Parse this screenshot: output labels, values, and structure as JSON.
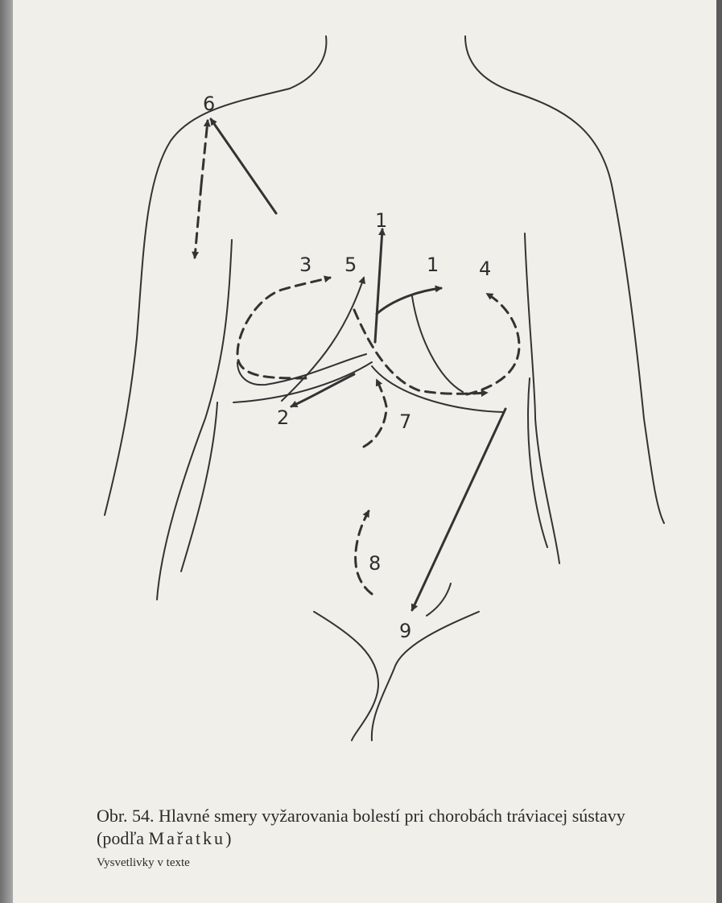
{
  "figure": {
    "labels": {
      "l1_top": "1",
      "l1_right": "1",
      "l2": "2",
      "l3": "3",
      "l4": "4",
      "l5": "5",
      "l6": "6",
      "l7": "7",
      "l8": "8",
      "l9": "9"
    }
  },
  "caption": {
    "title_part1": "Obr. 54. Hlavné smery vyžarovania bolestí pri chorobách tráviacej sústavy (podľa ",
    "title_author": "Mařatku",
    "title_part2": ")",
    "subtitle": "Vysvetlivky v texte"
  }
}
